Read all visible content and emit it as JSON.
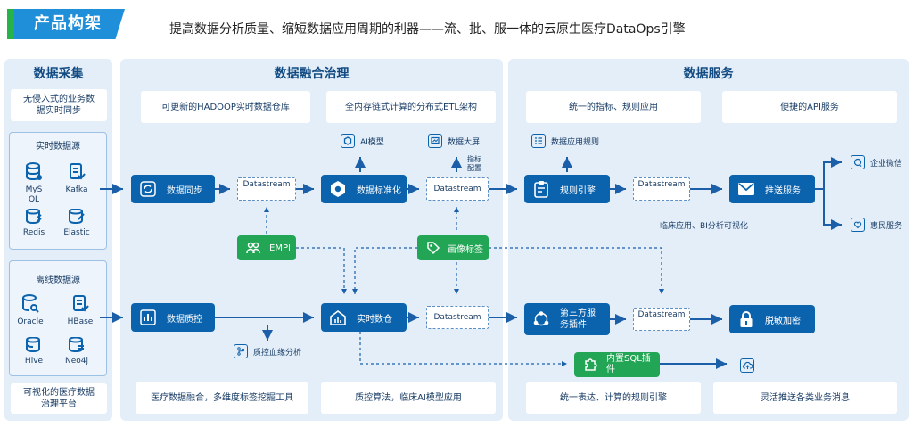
{
  "header": {
    "tag": "产品构架",
    "subtitle": "提高数据分析质量、缩短数据应用周期的利器——流、批、服一体的云原生医疗DataOps引擎"
  },
  "collection": {
    "title": "数据采集",
    "top_box": "无侵入式的业务数据实时同步",
    "realtime": {
      "label": "实时数据源",
      "items": [
        "MySQL",
        "Kafka",
        "Redis",
        "Elastic"
      ]
    },
    "offline": {
      "label": "离线数据源",
      "items": [
        "Oracle",
        "HBase",
        "Hive",
        "Neo4j"
      ]
    },
    "bottom_box": "可视化的医疗数据治理平台"
  },
  "governance": {
    "title": "数据融合治理",
    "top_left": "可更新的HADOOP实时数据仓库",
    "top_right": "全内存链式计算的分布式ETL架构",
    "sync": "数据同步",
    "standardize": "数据标准化",
    "quality": "数据质控",
    "warehouse": "实时数仓",
    "stream1": "Datastream",
    "stream2": "Datastream",
    "stream3": "Datastream",
    "ai_model": "AI模型",
    "big_screen": "数据大屏",
    "metric_config": "指标配置",
    "empi": "EMPI",
    "profile_tag": "画像标签",
    "lineage": "质控血缘分析",
    "bottom_left": "医疗数据融合，多维度标签挖掘工具",
    "bottom_right": "质控算法，临床AI模型应用"
  },
  "service": {
    "title": "数据服务",
    "top_left": "统一的指标、规则应用",
    "top_right": "便捷的API服务",
    "app_rules": "数据应用规则",
    "rule_engine": "规则引擎",
    "stream_a": "Datastream",
    "stream_b": "Datastream",
    "push": "推送服务",
    "third_party": "第三方服务插件",
    "desensitize": "脱敏加密",
    "sql_plugin": "内置SQL插件",
    "clinical_note": "临床应用、BI分析可视化",
    "wecom": "企业微信",
    "benefit": "惠民服务",
    "bottom_left": "统一表达、计算的规则引擎",
    "bottom_right": "灵活推送各类业务消息"
  }
}
